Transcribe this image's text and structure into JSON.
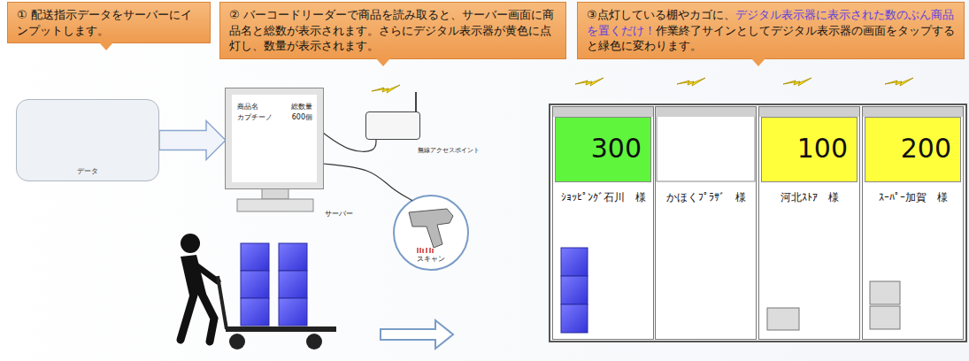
{
  "diagram": {
    "nodes": [
      {
        "text": [
          "① 配送指示データをサーバーにインプットします。"
        ]
      },
      {
        "text": [
          "② バーコードリーダーで商品を読み取ると、サーバー画面に商品名と総数が表示されます。さらにデジタル表示器が黄色に点灯し、数量が表示されます。"
        ]
      },
      {
        "text": [
          "③点灯している棚やカゴに、",
          "デジタル表示器に表示された数のぶん商品を置くだけ！",
          "作業終了サインとしてデジタル表示器の画面をタップすると緑色に変わります。"
        ]
      },
      {
        "text": [
          "データ"
        ]
      },
      {
        "text": [
          "商品名",
          "総数量",
          "カプチーノ",
          "600個",
          "サーバー"
        ]
      },
      {
        "text": [
          "無線アクセスポイント"
        ]
      },
      {
        "text": [
          "スキャン"
        ]
      },
      {
        "text": [
          "ｼｮｯﾋﾟﾝｸﾞ石川　様"
        ]
      },
      {
        "text": [
          "300"
        ],
        "in": 7
      },
      {
        "text": [
          "かほくﾌﾟﾗｻﾞ　様"
        ]
      },
      {
        "text": [
          "河北ｽﾄｱ　様"
        ]
      },
      {
        "text": [
          "100"
        ],
        "in": 10
      },
      {
        "text": [
          "ｽｰﾊﾟｰ加賀　様"
        ]
      },
      {
        "text": [
          "200"
        ],
        "in": 12
      }
    ],
    "edges": [
      {
        "from": 3,
        "to": 4,
        "arrow": "to"
      },
      {
        "from": 4,
        "to": 5,
        "arrow": "none"
      },
      {
        "from": 4,
        "to": 6,
        "arrow": "none"
      }
    ]
  }
}
